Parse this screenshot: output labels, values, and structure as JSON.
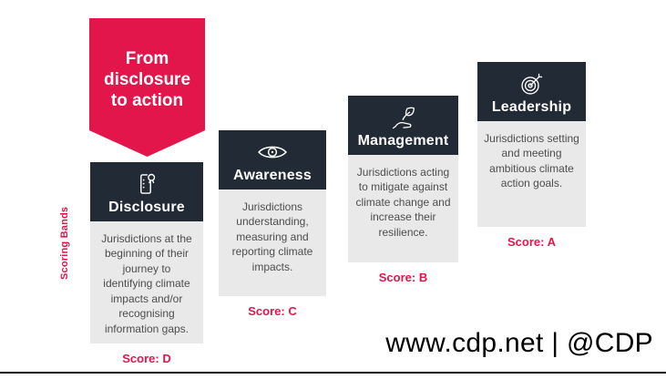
{
  "banner": {
    "label": "From disclosure to action"
  },
  "side_label": "Scoring Bands",
  "cards": [
    {
      "title": "Disclosure",
      "icon": "report-badge-icon",
      "description": "Jurisdictions at the beginning of their journey to identifying climate impacts and/or recognising information gaps.",
      "score": "Score: D"
    },
    {
      "title": "Awareness",
      "icon": "eye-icon",
      "description": "Jurisdictions understanding, measuring and reporting climate impacts.",
      "score": "Score: C"
    },
    {
      "title": "Management",
      "icon": "hand-leaf-icon",
      "description": "Jurisdictions acting to mitigate against climate change and increase their resilience.",
      "score": "Score: B"
    },
    {
      "title": "Leadership",
      "icon": "target-arrow-icon",
      "description": "Jurisdictions setting and meeting ambitious climate action goals.",
      "score": "Score: A"
    }
  ],
  "footer": {
    "text": "www.cdp.net | @CDP"
  },
  "colors": {
    "accent_red": "#E2164B",
    "header_dark": "#212A35",
    "body_gray": "#E9E9E9"
  }
}
